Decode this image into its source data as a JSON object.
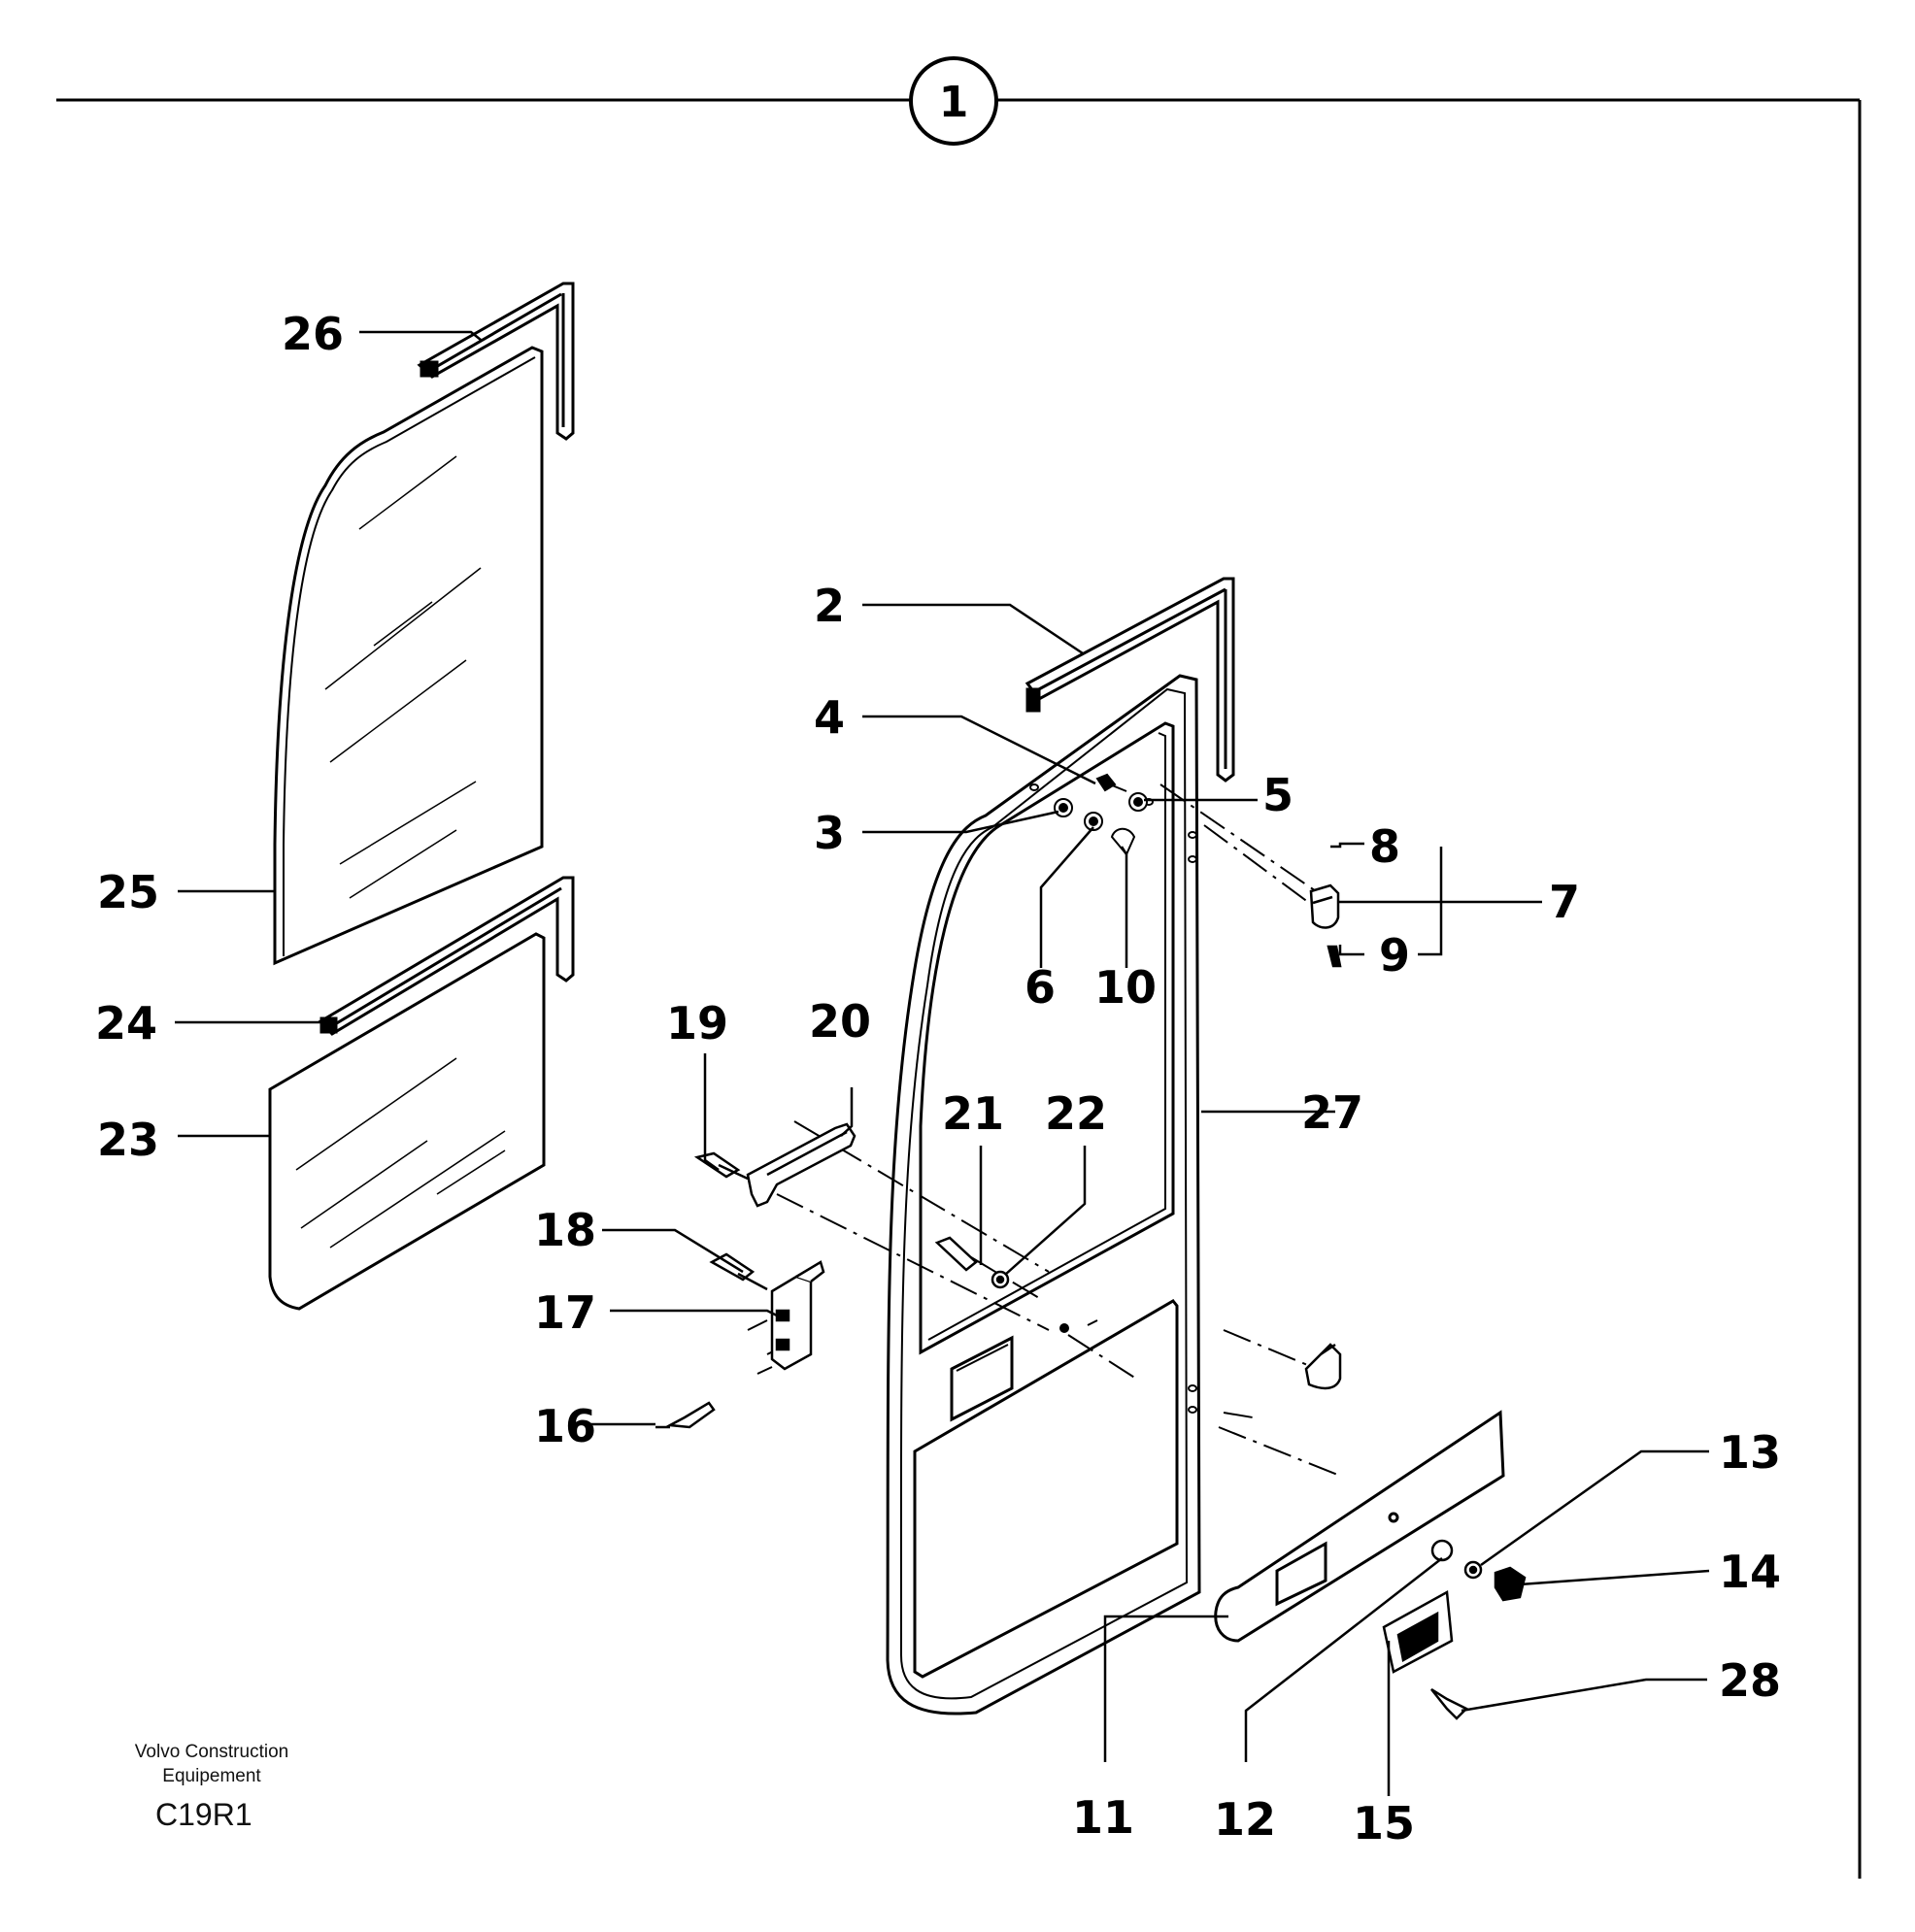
{
  "header": {
    "section_number": "1"
  },
  "callouts": [
    {
      "key": "c2",
      "label": "2"
    },
    {
      "key": "c3",
      "label": "3"
    },
    {
      "key": "c4",
      "label": "4"
    },
    {
      "key": "c5",
      "label": "5"
    },
    {
      "key": "c6",
      "label": "6"
    },
    {
      "key": "c7",
      "label": "7"
    },
    {
      "key": "c8",
      "label": "8"
    },
    {
      "key": "c9",
      "label": "9"
    },
    {
      "key": "c10",
      "label": "10"
    },
    {
      "key": "c11",
      "label": "11"
    },
    {
      "key": "c12",
      "label": "12"
    },
    {
      "key": "c13",
      "label": "13"
    },
    {
      "key": "c14",
      "label": "14"
    },
    {
      "key": "c15",
      "label": "15"
    },
    {
      "key": "c16",
      "label": "16"
    },
    {
      "key": "c17",
      "label": "17"
    },
    {
      "key": "c18",
      "label": "18"
    },
    {
      "key": "c19",
      "label": "19"
    },
    {
      "key": "c20",
      "label": "20"
    },
    {
      "key": "c21",
      "label": "21"
    },
    {
      "key": "c22",
      "label": "22"
    },
    {
      "key": "c23",
      "label": "23"
    },
    {
      "key": "c24",
      "label": "24"
    },
    {
      "key": "c25",
      "label": "25"
    },
    {
      "key": "c26",
      "label": "26"
    },
    {
      "key": "c27",
      "label": "27"
    },
    {
      "key": "c28",
      "label": "28"
    }
  ],
  "footer": {
    "company_line1": "Volvo Construction",
    "company_line2": "Equipement",
    "figure_code": "C19R1"
  }
}
